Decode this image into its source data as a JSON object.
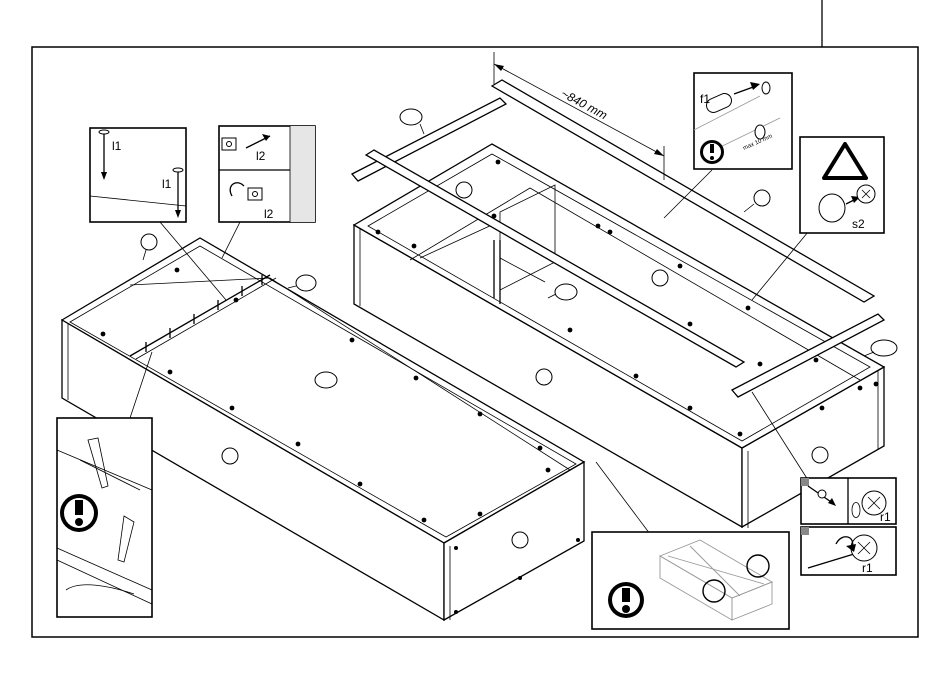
{
  "dimension": {
    "label": "~840 mm"
  },
  "parts": {
    "l1": "l1",
    "l2": "l2",
    "f1": "f1",
    "s2": "s2",
    "r1": "r1"
  },
  "inset_f1": {
    "small_text": "max 10 mm"
  },
  "colors": {
    "line": "#000000",
    "background": "#ffffff",
    "faint": "#999999",
    "marker": "#888888"
  }
}
